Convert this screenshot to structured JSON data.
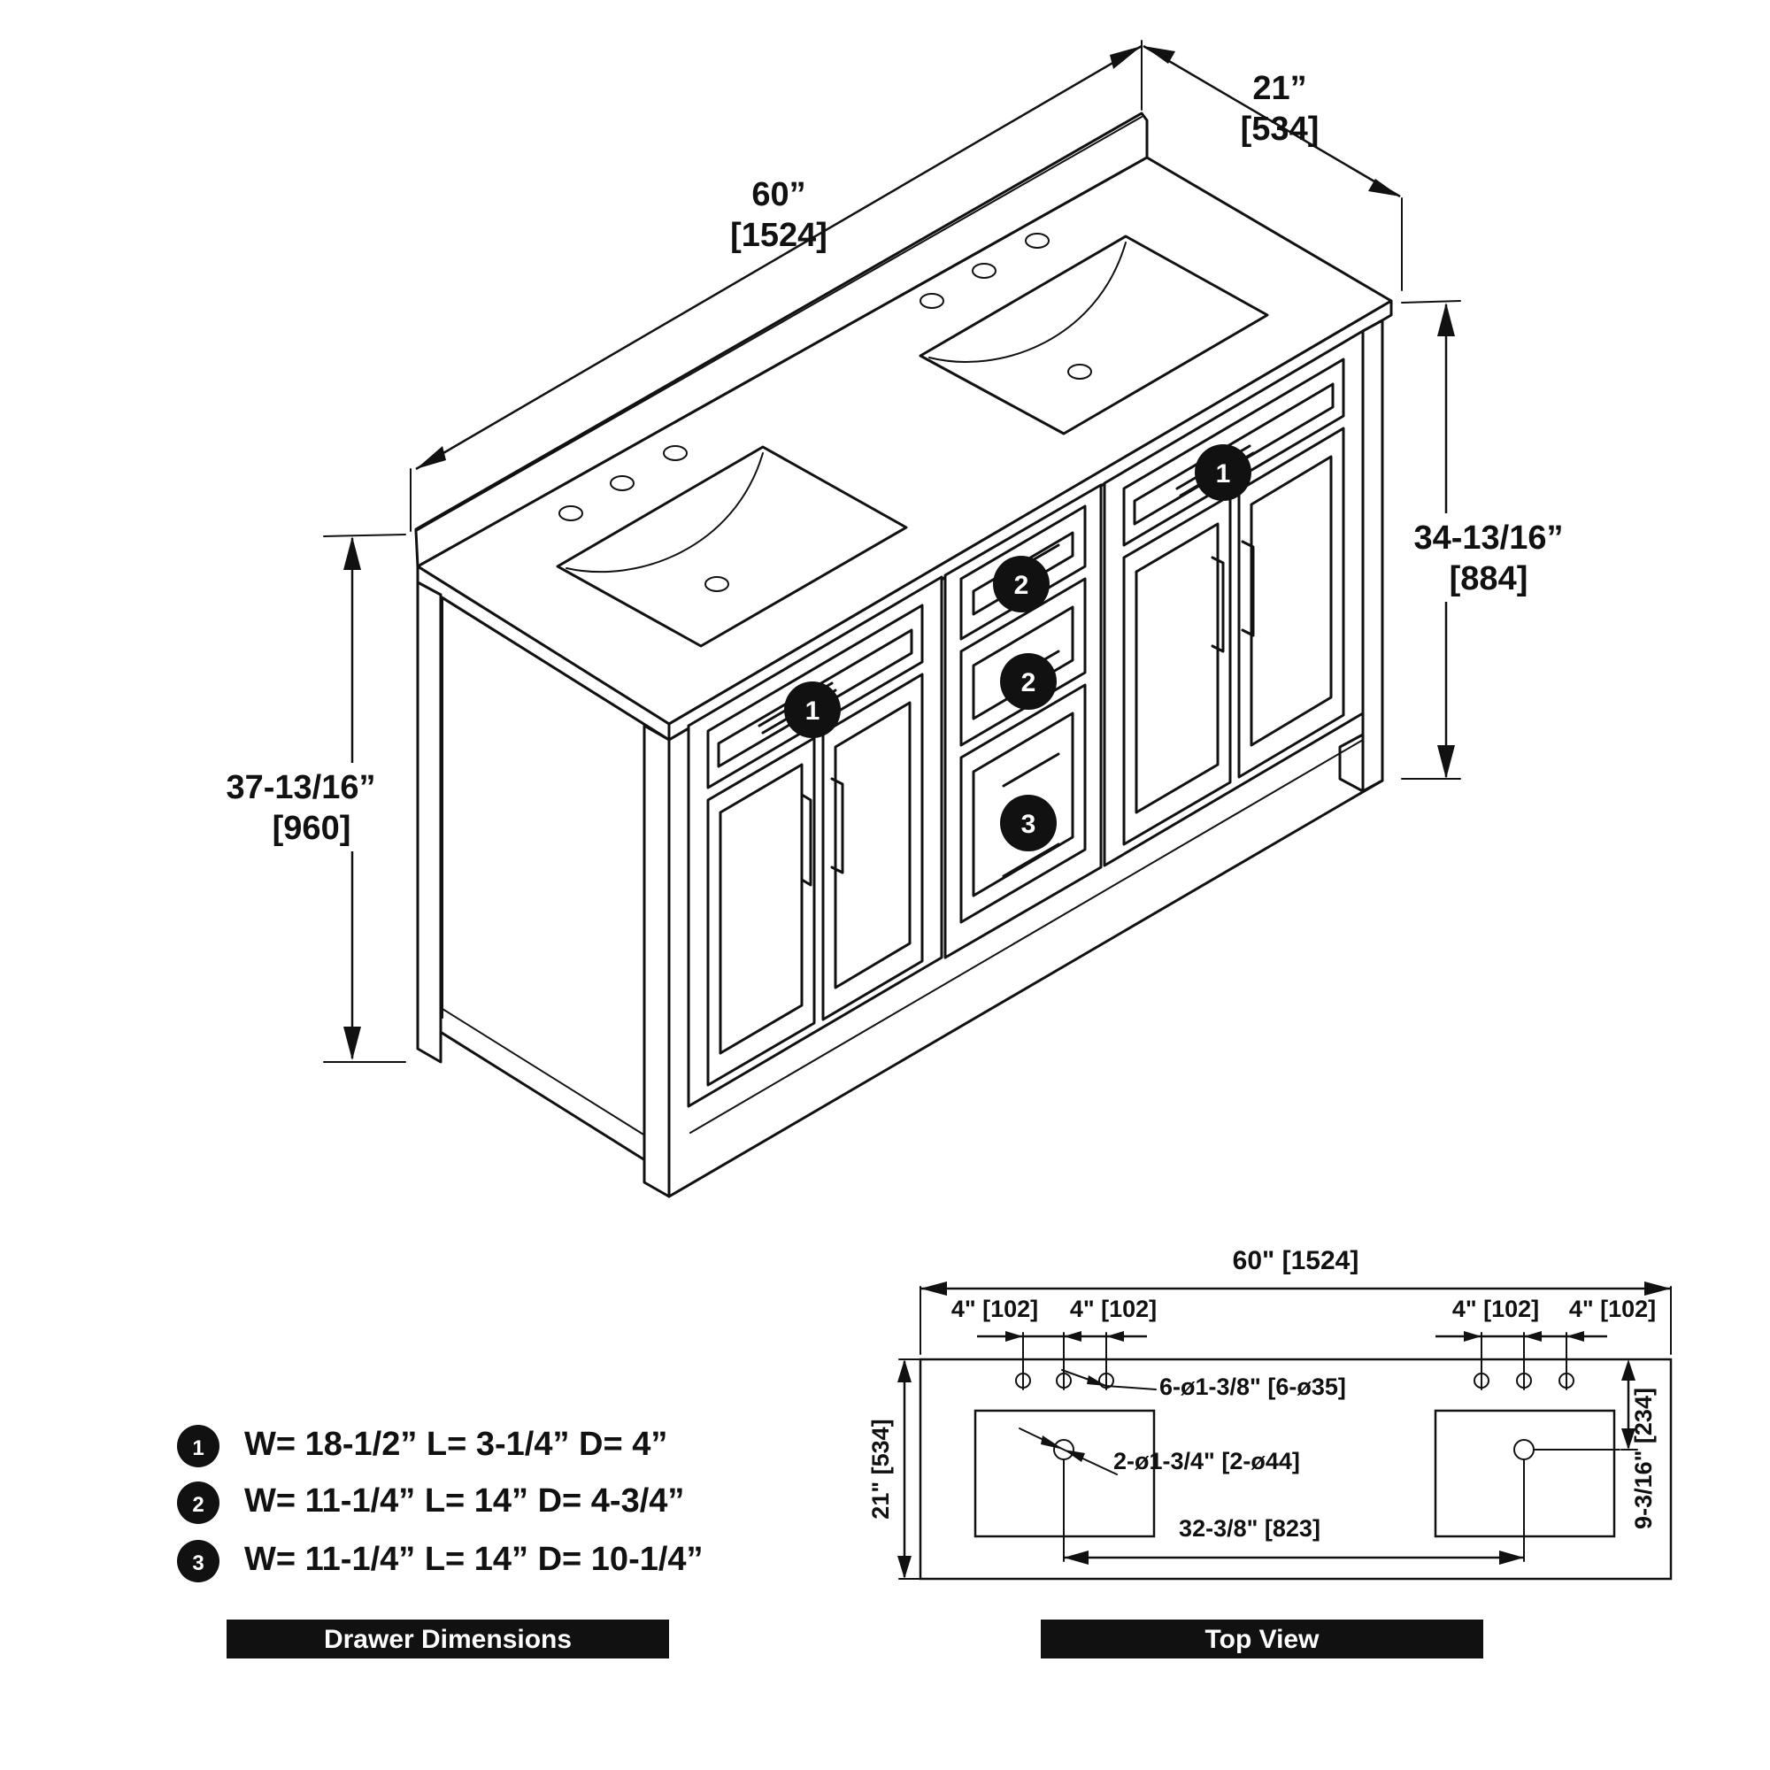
{
  "isometric": {
    "width_in": "60”",
    "width_mm": "[1524]",
    "depth_in": "21”",
    "depth_mm": "[534]",
    "height_total_in": "37-13/16”",
    "height_total_mm": "[960]",
    "height_cabinet_in": "34-13/16”",
    "height_cabinet_mm": "[884]",
    "badges": [
      "1",
      "2",
      "2",
      "3",
      "1"
    ]
  },
  "drawer_legend": {
    "items": [
      {
        "num": "1",
        "text": "W= 18-1/2” L= 3-1/4” D= 4”"
      },
      {
        "num": "2",
        "text": "W= 11-1/4” L= 14” D= 4-3/4”"
      },
      {
        "num": "3",
        "text": "W= 11-1/4” L= 14” D= 10-1/4”"
      }
    ],
    "title": "Drawer Dimensions"
  },
  "top_view": {
    "overall_width": "60\" [1524]",
    "spacing_left_1": "4\" [102]",
    "spacing_left_2": "4\" [102]",
    "spacing_right_1": "4\" [102]",
    "spacing_right_2": "4\" [102]",
    "faucet_holes": "6-ø1-3/8\" [6-ø35]",
    "drain_holes": "2-ø1-3/4\" [2-ø44]",
    "drain_spacing": "32-3/8\" [823]",
    "depth": "21\" [534]",
    "drain_offset": "9-3/16\" [234]",
    "title": "Top View"
  }
}
